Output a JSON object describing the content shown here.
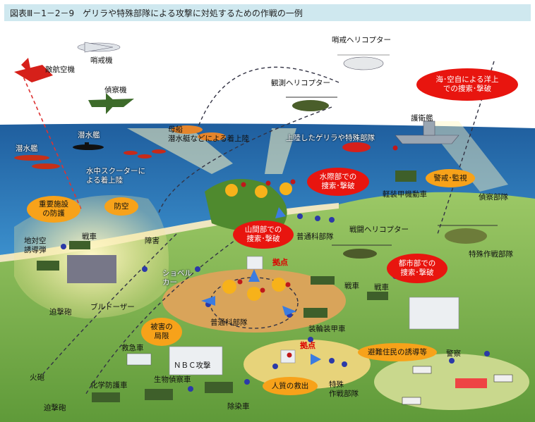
{
  "title": "図表Ⅲ－1－2－9　ゲリラや特殊部隊による攻撃に対処するための作戦の一例",
  "labels": {
    "enemy_aircraft": "敵航空機",
    "patrol_aircraft": "哨戒機",
    "recon_aircraft": "偵察機",
    "patrol_heli": "哨戒ヘリコプター",
    "observation_heli": "観測ヘリコプター",
    "escort_ship": "護衛艦",
    "submarine1": "潜水艦",
    "submarine2": "潜水艦",
    "mothership": "母船\n潜水艇などによる着上陸",
    "scooter": "水中スクーターに\nよる着上陸",
    "landed_guerrilla": "上陸したゲリラや特殊部隊",
    "lav": "軽装甲機動車",
    "recon_unit": "偵察部隊",
    "sam": "地対空\n誘導弾",
    "tank1": "戦車",
    "obstacle": "障害",
    "mortar1": "迫撃砲",
    "bulldozer": "ブルドーザー",
    "shovel": "ショベル\nカー",
    "infantry1": "普通科部隊",
    "attack_heli": "戦闘ヘリコプター",
    "special_ops_unit": "特殊作戦部隊",
    "tank2": "戦車",
    "tank3": "戦車",
    "infantry2": "普通科部隊",
    "apc": "装輪装甲車",
    "ambulance": "救急車",
    "nbc": "ＮＢＣ攻撃",
    "bio_recon": "生物偵察車",
    "chem_vehicle": "化学防護車",
    "decon": "除染車",
    "artillery": "火砲",
    "mortar2": "迫撃砲",
    "special_ops2": "特殊\n作戦部隊",
    "police": "警察",
    "base1": "拠点",
    "base2": "拠点"
  },
  "bubbles": {
    "sea_air": "海･空自による洋上\nでの捜索･撃破",
    "coast": "水際部での\n捜索･撃破",
    "mountain": "山間部での\n捜索･撃破",
    "urban": "都市部での\n捜索･撃破",
    "key_facility": "重要施設\nの防護",
    "air_defense": "防空",
    "guard": "警戒･監視",
    "damage": "被害の\n局限",
    "hostage": "人質の救出",
    "evacuation": "避難住民の誘導等"
  },
  "colors": {
    "sky": "#ffffff",
    "sea": "#2c6fb0",
    "land": "#7fb84a",
    "red_bubble": "#e8150f",
    "orange_bubble": "#f7a21a",
    "title_bar": "#cfe8ef"
  }
}
